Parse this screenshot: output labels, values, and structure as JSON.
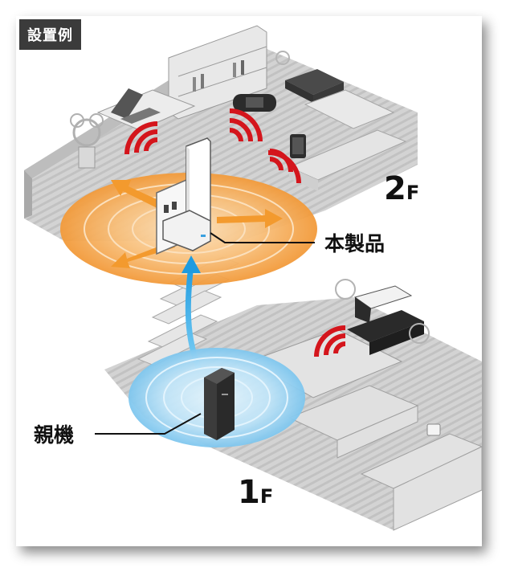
{
  "badge": "設置例",
  "floors": {
    "upper": {
      "number": "2",
      "unit": "F"
    },
    "lower": {
      "number": "1",
      "unit": "F"
    }
  },
  "callouts": {
    "extender": "本製品",
    "router": "親機"
  },
  "colors": {
    "wave_red": "#d4151c",
    "arrow_orange": "#f39a2e",
    "halo_orange": "#f6b060",
    "halo_blue": "#9ad2f2",
    "link_blue": "#2aa8e6",
    "floor_gray": "#c9c9c9"
  }
}
